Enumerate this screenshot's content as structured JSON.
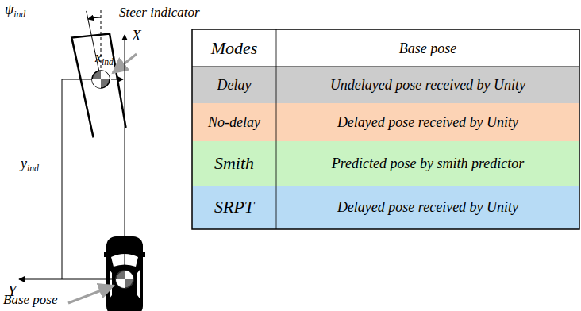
{
  "diagram": {
    "labels": [
      "Steer indicator",
      "ψind",
      "xind",
      "X",
      "yind",
      "Y",
      "Base pose",
      "Modes",
      "Base pose",
      "Delay",
      "Undelayed pose received by Unity",
      "No-delay",
      "Delayed pose received by Unity",
      "Smith",
      "Predicted pose by smith predictor",
      "SRPT",
      "Delayed pose received by Unity"
    ]
  }
}
